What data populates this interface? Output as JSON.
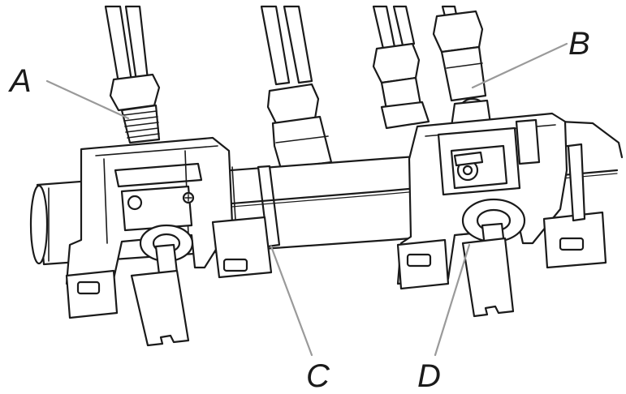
{
  "labels": {
    "a": "A",
    "b": "B",
    "c": "C",
    "d": "D"
  },
  "colors": {
    "ink": "#1a1a1a",
    "fill": "#ffffff",
    "leader": "#9a9a9a"
  }
}
